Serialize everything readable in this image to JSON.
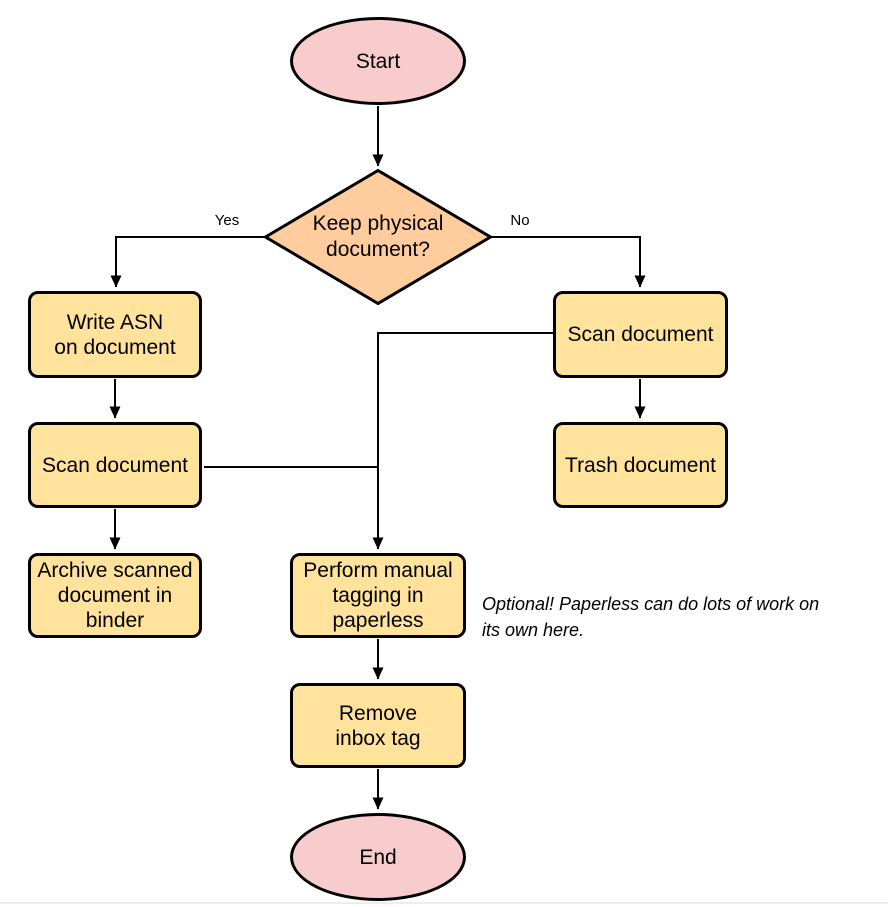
{
  "diagram": {
    "nodes": {
      "start": {
        "label": "Start",
        "shape": "terminator"
      },
      "decision": {
        "label": "Keep physical\ndocument?",
        "shape": "decision"
      },
      "write_asn": {
        "label": "Write ASN\non document",
        "shape": "process"
      },
      "scan_left": {
        "label": "Scan document",
        "shape": "process"
      },
      "archive": {
        "label": "Archive scanned\ndocument in\nbinder",
        "shape": "process"
      },
      "scan_right": {
        "label": "Scan document",
        "shape": "process"
      },
      "trash": {
        "label": "Trash document",
        "shape": "process"
      },
      "tagging": {
        "label": "Perform manual\ntagging in\npaperless",
        "shape": "process"
      },
      "remove_inbox": {
        "label": "Remove\ninbox tag",
        "shape": "process"
      },
      "end": {
        "label": "End",
        "shape": "terminator"
      }
    },
    "edge_labels": {
      "yes": "Yes",
      "no": "No"
    },
    "note": "Optional! Paperless can do lots of work on\nits own here.",
    "colors": {
      "terminator_fill": "#F8CCCC",
      "decision_fill": "#FFCC9E",
      "process_fill": "#FFE39C",
      "stroke": "#000000",
      "text": "#000000",
      "footer_line": "#efeceb"
    }
  }
}
